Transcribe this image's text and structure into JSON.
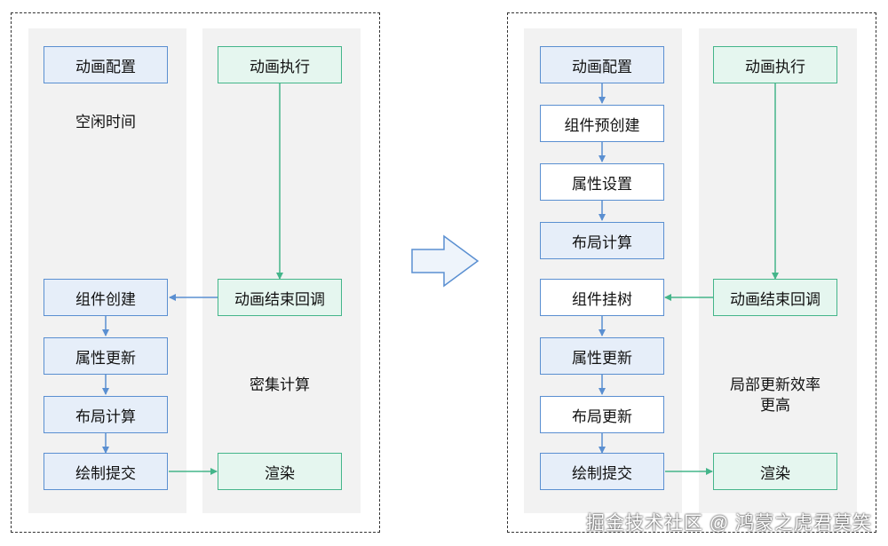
{
  "left": {
    "config": "动画配置",
    "exec": "动画执行",
    "idle_note": "空闲时间",
    "create": "组件创建",
    "end_callback": "动画结束回调",
    "update_props": "属性更新",
    "layout": "布局计算",
    "dense_note": "密集计算",
    "draw_submit": "绘制提交",
    "render": "渲染"
  },
  "right": {
    "config": "动画配置",
    "exec": "动画执行",
    "precreate": "组件预创建",
    "set_props": "属性设置",
    "layout": "布局计算",
    "mount": "组件挂树",
    "end_callback": "动画结束回调",
    "update_props": "属性更新",
    "layout_update": "布局更新",
    "efficiency_note_1": "局部更新效率",
    "efficiency_note_2": "更高",
    "draw_submit": "绘制提交",
    "render": "渲染"
  },
  "watermark": "掘金技术社区 @ 鸿蒙之虎君莫笑",
  "colors": {
    "blue": "#5a8fd1",
    "green": "#44b58a"
  }
}
